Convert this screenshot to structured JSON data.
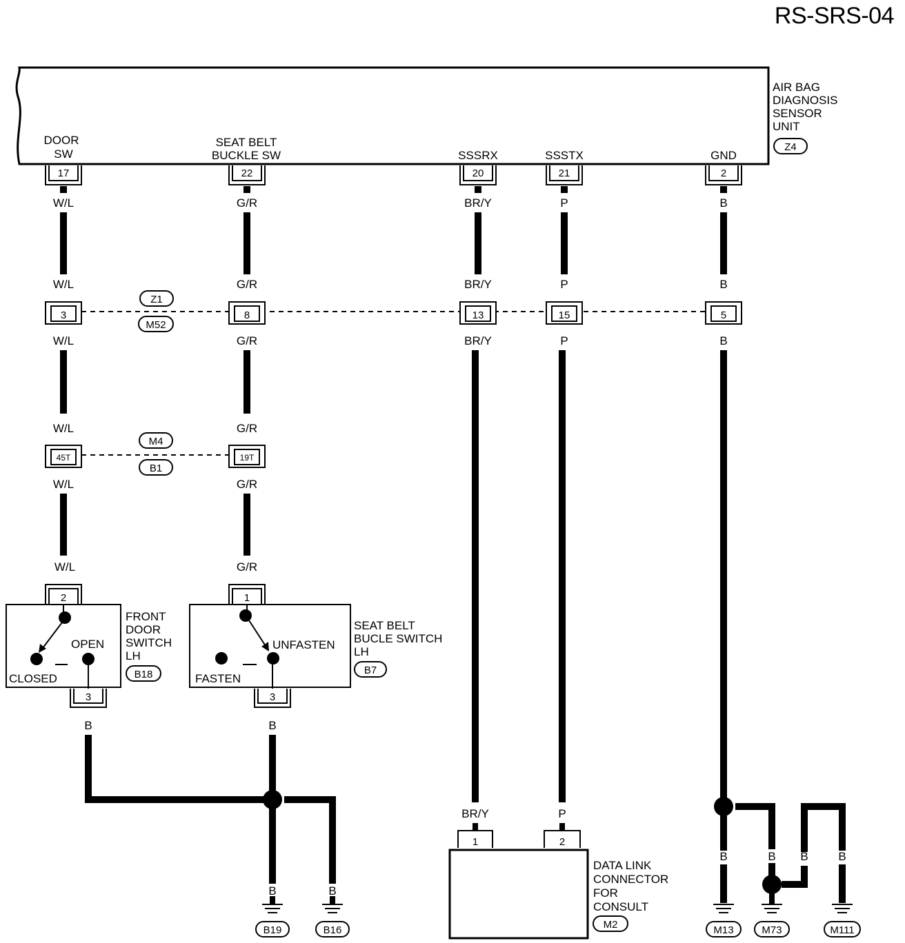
{
  "page_code": "RS-SRS-04",
  "unit": {
    "name_lines": [
      "AIR BAG",
      "DIAGNOSIS",
      "SENSOR",
      "UNIT"
    ],
    "connector": "Z4",
    "terminals": [
      {
        "name_lines": [
          "DOOR",
          "SW"
        ],
        "pin": "17"
      },
      {
        "name_lines": [
          "SEAT BELT",
          "BUCKLE SW"
        ],
        "pin": "22"
      },
      {
        "name_lines": [
          "SSSRX"
        ],
        "pin": "20"
      },
      {
        "name_lines": [
          "SSSTX"
        ],
        "pin": "21"
      },
      {
        "name_lines": [
          "GND"
        ],
        "pin": "2"
      }
    ]
  },
  "wire_colors": {
    "col1": "W/L",
    "col2": "G/R",
    "col3": "BR/Y",
    "col4": "P",
    "col5": "B"
  },
  "junction_z1_m52": {
    "connector_top": "Z1",
    "connector_bottom": "M52",
    "pins": [
      "3",
      "8",
      "13",
      "15",
      "5"
    ]
  },
  "junction_m4_b1": {
    "connector_top": "M4",
    "connector_bottom": "B1",
    "pins": [
      "45T",
      "19T"
    ]
  },
  "door_switch": {
    "pin_top": "2",
    "pin_bottom": "3",
    "name_lines": [
      "FRONT",
      "DOOR",
      "SWITCH",
      "LH"
    ],
    "connector": "B18",
    "state_open": "OPEN",
    "state_closed": "CLOSED",
    "ground_wire": "B"
  },
  "buckle_switch": {
    "pin_top": "1",
    "pin_bottom": "3",
    "name_lines": [
      "SEAT BELT",
      "BUCLE SWITCH",
      "LH"
    ],
    "connector": "B7",
    "state_unfasten": "UNFASTEN",
    "state_fasten": "FASTEN",
    "ground_wire": "B"
  },
  "data_link": {
    "pins": [
      "1",
      "2"
    ],
    "name_lines": [
      "DATA LINK",
      "CONNECTOR",
      "FOR",
      "CONSULT"
    ],
    "connector": "M2",
    "wire_pin1": "BR/Y",
    "wire_pin2": "P"
  },
  "grounds_left": {
    "wire": "B",
    "labels": [
      "B19",
      "B16"
    ]
  },
  "grounds_right": {
    "wire": "B",
    "labels": [
      "M13",
      "M73",
      "M111"
    ]
  }
}
